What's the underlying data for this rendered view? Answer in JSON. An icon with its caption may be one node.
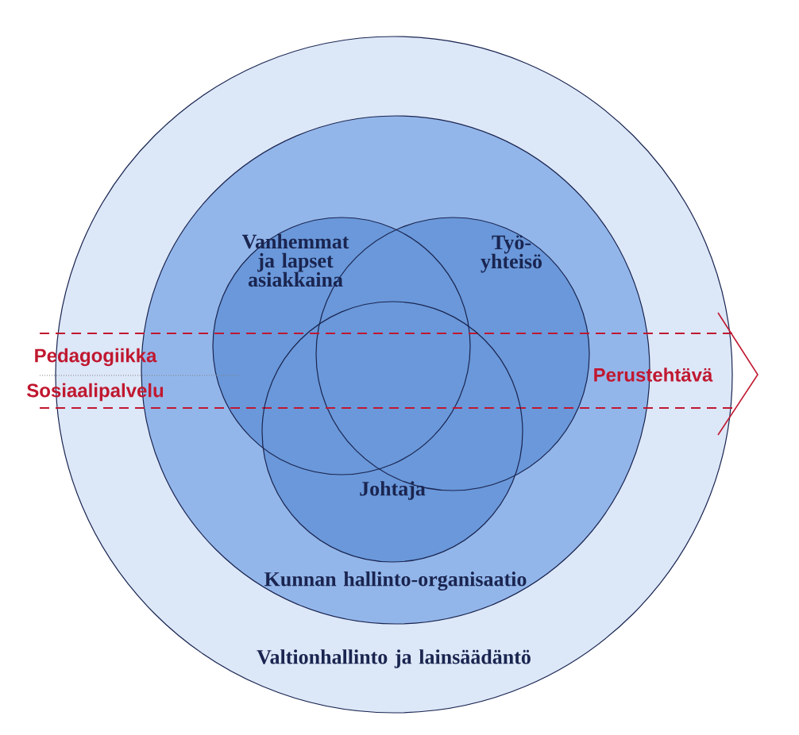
{
  "diagram": {
    "nodes": [
      {
        "text": [
          "Valtionhallinto ja lainsäädäntö"
        ]
      },
      {
        "text": [
          "Kunnan hallinto-organisaatio"
        ],
        "in": 0
      },
      {
        "text": [
          "Vanhemmat ja lapset asiakkaina"
        ],
        "in": 1
      },
      {
        "text": [
          "Työ- yhteisö"
        ],
        "in": 1
      },
      {
        "text": [
          "Pedagogiikka",
          "Sosiaalipalvelu",
          "Perustehtävä"
        ]
      },
      {
        "text": [
          "Johtaja"
        ],
        "in": 1
      }
    ]
  }
}
